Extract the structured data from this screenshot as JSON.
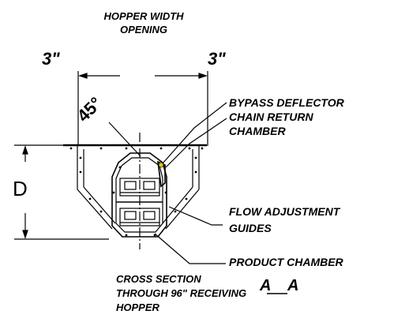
{
  "labels": {
    "hopper_width_line1": "HOPPER WIDTH",
    "hopper_width_line2": "OPENING",
    "dim_left": "3\"",
    "dim_right": "3\"",
    "angle": "45°",
    "height_letter": "D",
    "bypass_deflector": "BYPASS DEFLECTOR",
    "chain_return_line1": "CHAIN RETURN",
    "chain_return_line2": "CHAMBER",
    "flow_adjustment_line1": "FLOW ADJUSTMENT",
    "flow_adjustment_line2": "GUIDES",
    "product_chamber": "PRODUCT CHAMBER",
    "cross_section_line1": "CROSS SECTION",
    "cross_section_line2": "THROUGH 96\" RECEIVING",
    "cross_section_line3": "HOPPER",
    "section_a1": "A",
    "section_a2": "A"
  },
  "colors": {
    "line": "#000000",
    "accent": "#e8c400"
  }
}
